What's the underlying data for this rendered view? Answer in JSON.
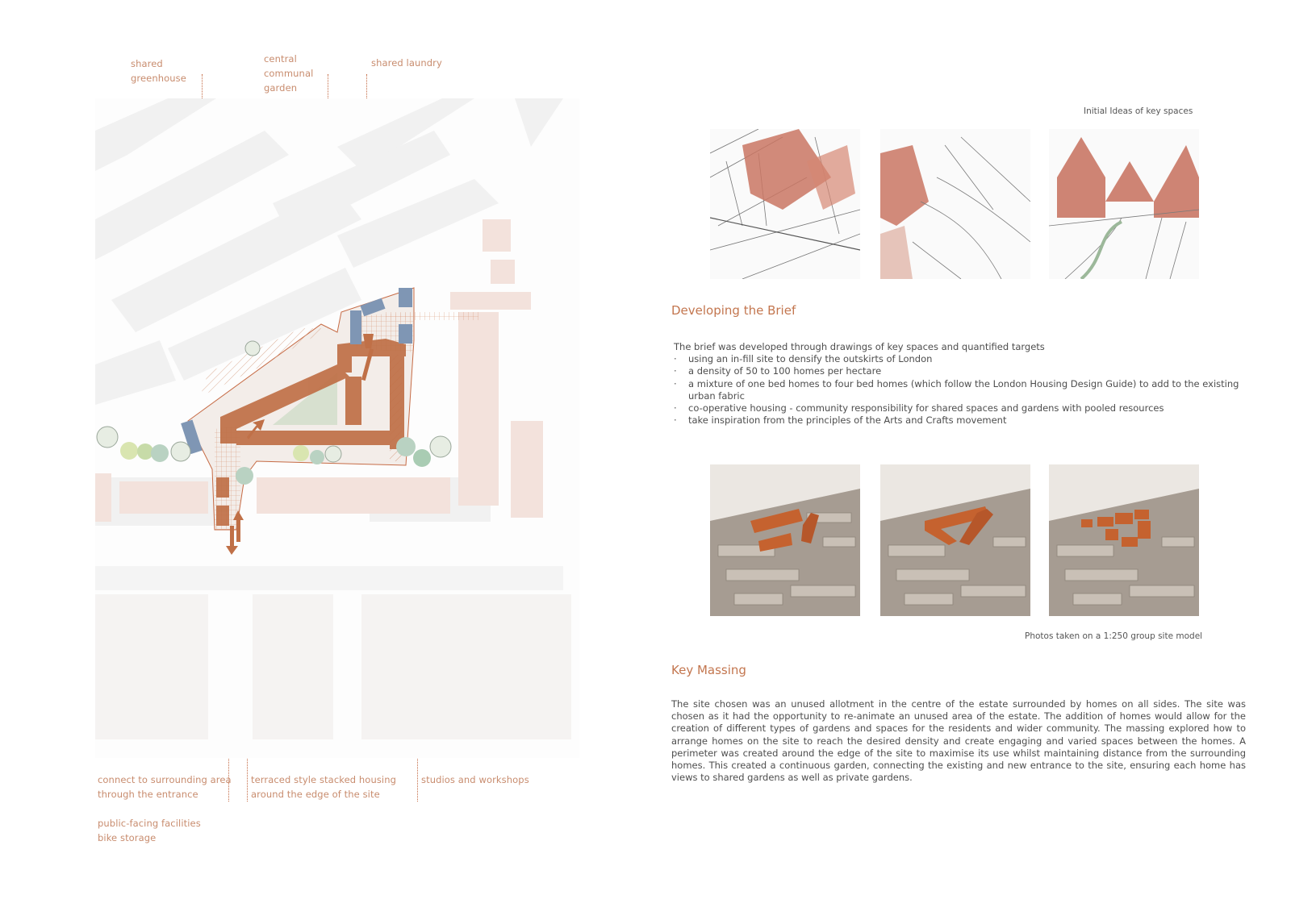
{
  "plan_labels": {
    "greenhouse": "shared\ngreenhouse",
    "garden": "central\ncommunal\ngarden",
    "laundry": "shared laundry",
    "connect": "connect to surrounding area\nthrough the entrance",
    "terraced": "terraced style stacked housing\naround the edge of the site",
    "studios": "studios and workshops",
    "public": "public-facing facilities\nbike storage"
  },
  "sketches": {
    "caption": "Initial Ideas of key spaces",
    "items": [
      "sketch-courtyard",
      "sketch-pathway",
      "sketch-gables"
    ]
  },
  "brief": {
    "heading": "Developing the Brief",
    "intro": "The brief was developed through drawings of key spaces and quantified targets",
    "bullets": [
      "using an in-fill site to densify the outskirts of London",
      "a density of 50 to 100 homes per hectare",
      "a mixture of one bed homes to four bed homes (which follow the London Housing Design Guide) to add to the existing urban fabric",
      "co-operative housing - community responsibility for shared spaces and gardens with pooled resources",
      "take inspiration from the principles of the Arts and Crafts movement"
    ]
  },
  "models": {
    "caption": "Photos taken on a 1:250 group site model",
    "items": [
      "model-option-1",
      "model-option-2",
      "model-option-3"
    ]
  },
  "massing": {
    "heading": "Key Massing",
    "text": "The site chosen was an unused allotment in the centre of the estate surrounded by homes on all sides. The site was chosen as it had the opportunity to re-animate an unused area of the estate. The addition of homes would allow for the creation of different types of gardens and spaces for the residents and wider community. The massing explored how to arrange homes on the site to reach the desired density and create engaging and varied spaces between the homes. A perimeter was created around the edge of the site to maximise its use whilst maintaining distance from the surrounding homes. This created a continuous garden, connecting the existing and new entrance to the site, ensuring each home has views to shared gardens as well as private gardens."
  },
  "colors": {
    "accent": "#c3764f",
    "brick": "#b8673f",
    "blue": "#7f96b4"
  }
}
